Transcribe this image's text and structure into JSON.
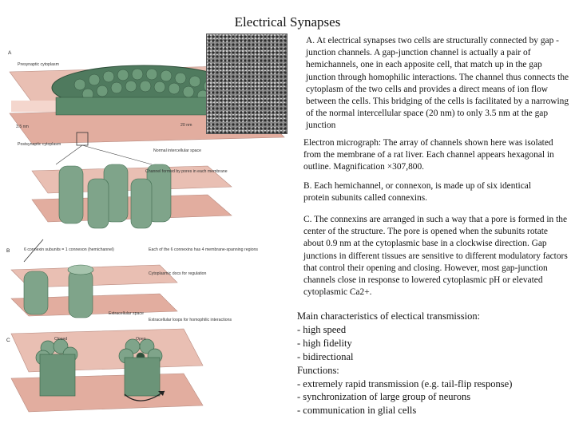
{
  "title": "Electrical Synapses",
  "paragraphs": {
    "a": "A. At electrical synapses two cells are structurally connected by gap -junction channels. A gap-junction channel is actually a pair of hemichannels, one in each apposite cell, that match up in the gap junction through homophilic interactions. The channel thus connects the cytoplasm of the two cells and provides a direct means of ion flow between the cells. This bridging of the cells is facilitated by a narrowing of the normal intercellular space (20 nm) to only 3.5 nm at the gap junction",
    "em": "Electron micrograph: The array of channels shown here was isolated from the membrane of a rat liver. Each channel appears hexagonal in outline. Magnification ×307,800.",
    "b": "B. Each hemichannel, or connexon, is made up of six identical protein subunits called connexins.",
    "c": "C. The connexins are arranged in such a way that a pore is formed in the center of the structure. The pore is opened when the subunits rotate about 0.9 nm at the cytoplasmic base in a clockwise direction. Gap junctions in different tissues are sensitive to different modulatory factors that control their opening and closing. However, most gap-junction channels close in response to lowered cytoplasmic pH or elevated cytoplasmic Ca2+."
  },
  "main": {
    "heading": "Main characteristics of electical transmission:",
    "items": [
      "- high speed",
      "- high fidelity",
      "- bidirectional"
    ],
    "functions_heading": "Functions:",
    "functions": [
      "- extremely rapid transmission (e.g. tail-flip response)",
      "- synchronization of large group of neurons",
      "- communication in glial cells"
    ]
  },
  "figure": {
    "panel_a": "A",
    "panel_b": "B",
    "panel_c": "C",
    "presynaptic_cytoplasm": "Presynaptic cytoplasm",
    "postsynaptic_cytoplasm": "Postsynaptic cytoplasm",
    "gap_35": "3.5 nm",
    "gap_20": "20 nm",
    "normal_space": "Normal intercellular space",
    "channel_formed": "Channel formed by pores in each membrane",
    "connexon_subunits": "6 connexin subunits = 1 connexon (hemichannel)",
    "each_connexin": "Each of the 6 connexins has 4 membrane-spanning regions",
    "cytoplasmic_docs": "Cytoplasmic docs for regulation",
    "extracellular_space": "Extracellular space",
    "extracellular_loops": "Extracellular loops for homophilic interactions",
    "closed": "Closed",
    "open": "Open",
    "colors": {
      "membrane_pink": "#e6b3a6",
      "channel_green": "#7fa48a",
      "dark_green": "#3f6b4f"
    }
  }
}
